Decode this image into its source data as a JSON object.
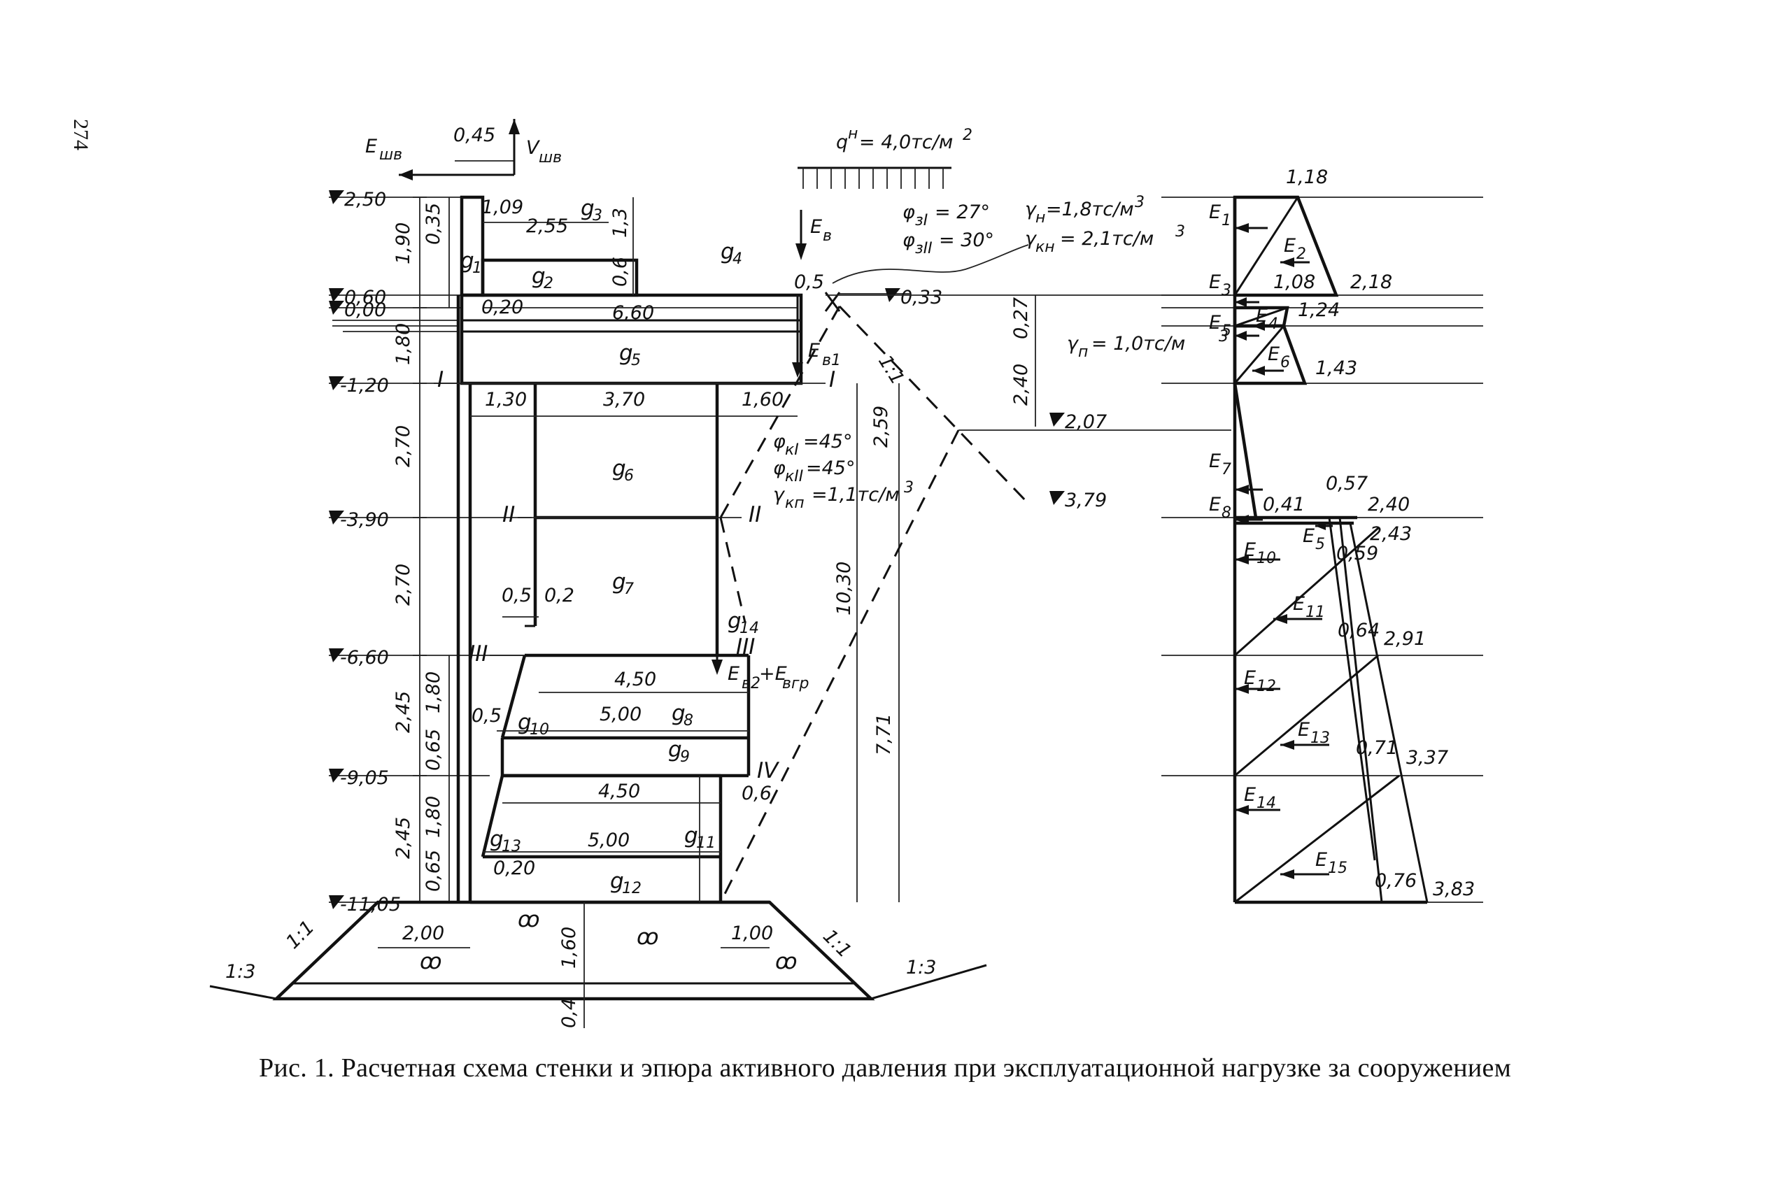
{
  "page_number": "274",
  "caption": "Рис. 1. Расчетная схема стенки и эпюра активного давления при эксплуатационной нагрузке за сооружением",
  "levels": [
    "2,50",
    "0,60",
    "0,00",
    "-1,20",
    "-3,90",
    "-6,60",
    "-9,05",
    "-11,05"
  ],
  "vertical_dims": [
    "1,90",
    "1,80",
    "2,70",
    "2,70",
    "2,45",
    "2,45",
    "0,35",
    "1,80",
    "0,65",
    "1,80",
    "0,65",
    "1,3",
    "0,6",
    "2,59",
    "10,30",
    "7,71",
    "0,27",
    "2,40",
    "1,60",
    "0,4"
  ],
  "horizontal_dims": [
    "0,45",
    "1,09",
    "2,55",
    "0,20",
    "6,60",
    "1,30",
    "3,70",
    "1,60",
    "0,5",
    "0,2",
    "4,50",
    "5,00",
    "4,50",
    "5,00",
    "0,5",
    "0,20",
    "0,6",
    "2,00",
    "1,00",
    "0,5"
  ],
  "load_labels": [
    "q",
    "н",
    " = 4,0тс/м",
    "2"
  ],
  "loads": [
    "E",
    "шв",
    "V",
    "шв",
    "E",
    "в",
    "E",
    "в1",
    "E",
    "в2",
    "+E",
    "вгр"
  ],
  "weights": [
    "g",
    "1",
    "g",
    "2",
    "g",
    "3",
    "g",
    "4",
    "g",
    "5",
    "g",
    "6",
    "g",
    "7",
    "g",
    "8",
    "g",
    "9",
    "g",
    "10",
    "g",
    "11",
    "g",
    "12",
    "g",
    "13",
    "g",
    "14"
  ],
  "soil_params": [
    "φ",
    "зI",
    " = 27°",
    "φ",
    "зII",
    " = 30°",
    "γ",
    "н",
    "=1,8тс/м",
    "3",
    "γ",
    "кн",
    " = 2,1тс/м",
    "3",
    "γ",
    "п",
    " = 1,0тс/м",
    "3",
    "φ",
    "кI",
    "=45°",
    "φ",
    "кII",
    "=45°",
    "γ",
    "кп",
    "=1,1тс/м",
    "3"
  ],
  "water_levels": [
    "0,33",
    "2,07",
    "3,79"
  ],
  "sections": [
    "I",
    "I",
    "II",
    "II",
    "III",
    "III",
    "IV"
  ],
  "slopes": [
    "1:1",
    "1:1",
    "1:1",
    "1:3",
    "1:3"
  ],
  "pressure_values": [
    "1,18",
    "1,08",
    "2,18",
    "1,24",
    "1,43",
    "0,41",
    "0,57",
    "2,40",
    "2,43",
    "0,59",
    "0,64",
    "2,91",
    "0,71",
    "3,37",
    "0,76",
    "3,83"
  ],
  "pressure_forces": [
    "E",
    "1",
    "E",
    "2",
    "E",
    "3",
    "E",
    "4",
    "E",
    "5",
    "E",
    "6",
    "E",
    "7",
    "E",
    "8",
    "E",
    "5",
    "E",
    "10",
    "E",
    "11",
    "E",
    "12",
    "E",
    "13",
    "E",
    "14",
    "E",
    "15"
  ],
  "stones": "ꝏ"
}
